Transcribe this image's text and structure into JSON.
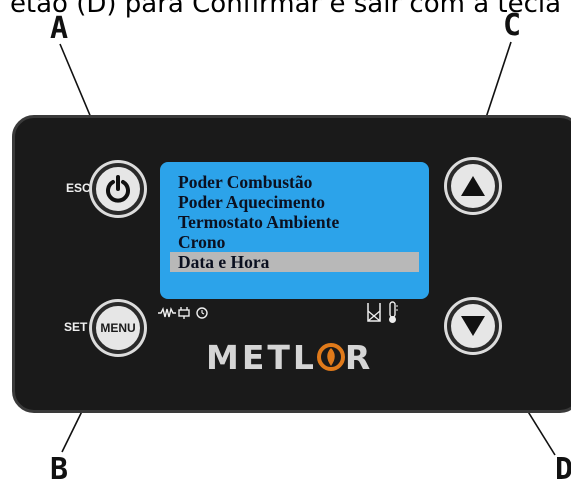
{
  "caption": "etão (D) para Confirmar e sair com a tecla",
  "callouts": {
    "a": "A",
    "b": "B",
    "c": "C",
    "d": "D"
  },
  "buttons": {
    "esc_label": "ESC",
    "set_label": "SET",
    "menu_text": "MENU",
    "power_icon": "power-icon",
    "up_icon": "triangle-up-icon",
    "down_icon": "triangle-down-icon"
  },
  "lcd": {
    "items": [
      {
        "label": "Poder Combustão",
        "selected": false
      },
      {
        "label": "Poder Aquecimento",
        "selected": false
      },
      {
        "label": "Termostato Ambiente",
        "selected": false
      },
      {
        "label": "Crono",
        "selected": false
      },
      {
        "label": "Data e Hora",
        "selected": true
      }
    ]
  },
  "status_icons": [
    "resistor-icon",
    "plug-icon",
    "clock-icon",
    "tank-icon",
    "thermometer-icon"
  ],
  "brand": {
    "before": "METL",
    "after": "R"
  },
  "colors": {
    "panel": "#1a1a1a",
    "lcd": "#2ca3ea",
    "selection": "#b8b8b8",
    "brand_mark": "#e07a1a"
  }
}
